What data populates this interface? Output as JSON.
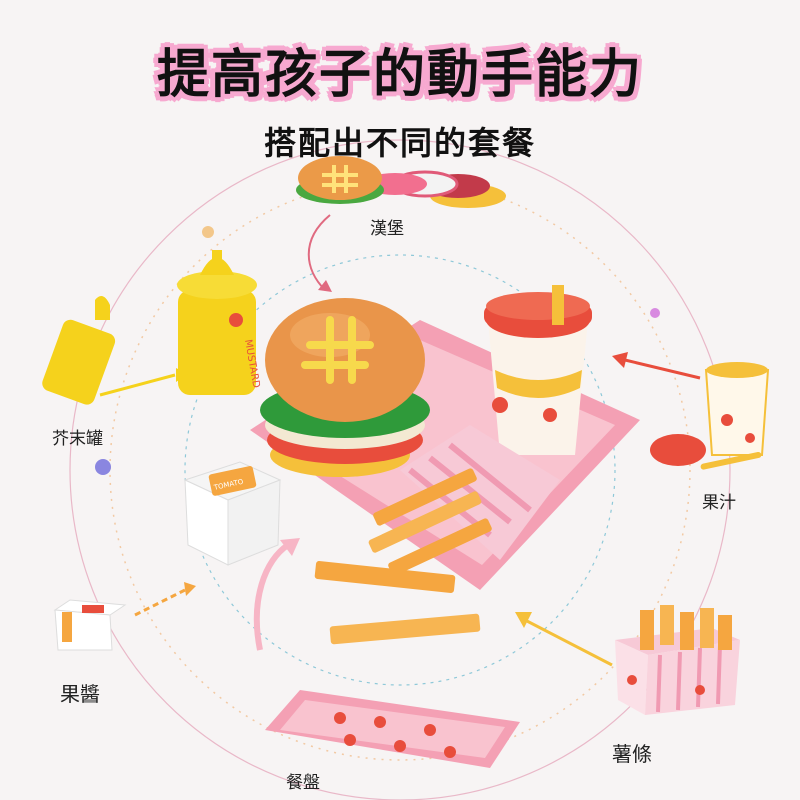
{
  "title": "提高孩子的動手能力",
  "subtitle": "搭配出不同的套餐",
  "labels": {
    "burger": "漢堡",
    "mustard": "芥末罐",
    "juice": "果汁",
    "jam": "果醬",
    "fries": "薯條",
    "tray": "餐盤"
  },
  "product_text": {
    "mustard": "MUSTARD",
    "jam_box": "TOMATO"
  },
  "colors": {
    "title_outline": "#f7a9d0",
    "tray_pink": "#f4a0b4",
    "cup_red": "#e84d3c",
    "mustard_yellow": "#f5d21c",
    "fries_orange": "#f5a640",
    "ring_blue": "#8ec8d8",
    "ring_orange": "#f2c9a3"
  }
}
